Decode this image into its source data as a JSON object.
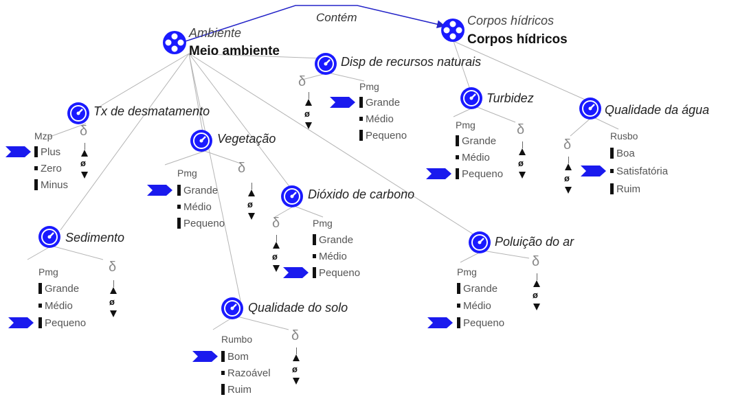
{
  "relation": {
    "label": "Contém"
  },
  "entities": {
    "ambiente": {
      "name": "Ambiente",
      "definition": "Meio ambiente"
    },
    "corpos": {
      "name": "Corpos hídricos",
      "definition": "Corpos hídricos"
    }
  },
  "quantities": {
    "desmatamento": {
      "label": "Tx de desmatamento",
      "qspace": "Mzp",
      "values": [
        "Plus",
        "Zero",
        "Minus"
      ],
      "delta": "δ",
      "zero": "ø"
    },
    "vegetacao": {
      "label": "Vegetação",
      "qspace": "Pmg",
      "values": [
        "Grande",
        "Médio",
        "Pequeno"
      ],
      "delta": "δ",
      "zero": "ø"
    },
    "disp": {
      "label": "Disp de recursos naturais",
      "qspace": "Pmg",
      "values": [
        "Grande",
        "Médio",
        "Pequeno"
      ],
      "delta": "δ",
      "zero": "ø"
    },
    "dioxido": {
      "label": "Dióxido de carbono",
      "qspace": "Pmg",
      "values": [
        "Grande",
        "Médio",
        "Pequeno"
      ],
      "delta": "δ",
      "zero": "ø"
    },
    "sedimento": {
      "label": "Sedimento",
      "qspace": "Pmg",
      "values": [
        "Grande",
        "Médio",
        "Pequeno"
      ],
      "delta": "δ",
      "zero": "ø"
    },
    "solo": {
      "label": "Qualidade do solo",
      "qspace": "Rumbo",
      "values": [
        "Bom",
        "Razoável",
        "Ruim"
      ],
      "delta": "δ",
      "zero": "ø"
    },
    "poluicao": {
      "label": "Poluição do ar",
      "qspace": "Pmg",
      "values": [
        "Grande",
        "Médio",
        "Pequeno"
      ],
      "delta": "δ",
      "zero": "ø"
    },
    "turbidez": {
      "label": "Turbidez",
      "qspace": "Pmg",
      "values": [
        "Grande",
        "Médio",
        "Pequeno"
      ],
      "delta": "δ",
      "zero": "ø"
    },
    "agua": {
      "label": "Qualidade da água",
      "qspace": "Rusbo",
      "values": [
        "Boa",
        "Satisfatória",
        "Ruim"
      ],
      "delta": "δ",
      "zero": "ø"
    }
  },
  "colors": {
    "accent": "#1a1aff",
    "marker": "#1a1aee",
    "line": "#b4b4b4",
    "relation": "#2424c8"
  },
  "icons": {
    "entity": "entity-icon",
    "quantity": "gauge-icon",
    "marker": "current-value-marker"
  }
}
